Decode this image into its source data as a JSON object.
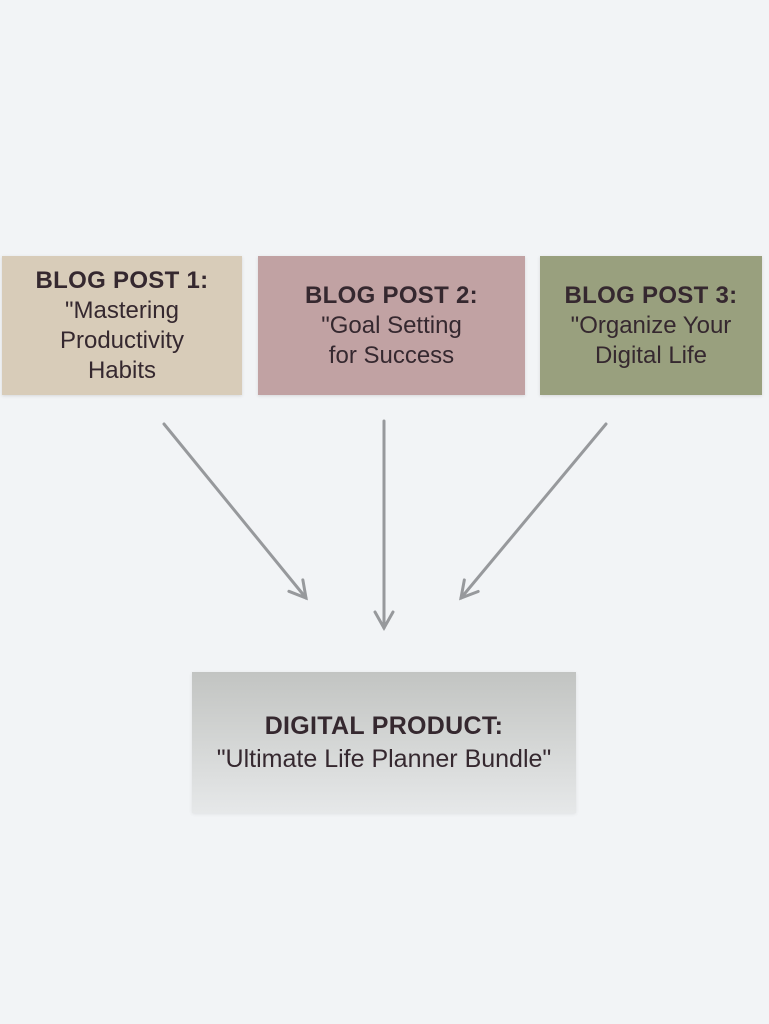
{
  "palette": {
    "background": "#f2f4f6",
    "blog_post_1_bg": "#d8ccb9",
    "blog_post_2_bg": "#c1a2a3",
    "blog_post_3_bg": "#99a07e",
    "product_bg_top": "#c2c4c2",
    "product_bg_bottom": "#e6e8e9",
    "text": "#35282f",
    "arrow": "#97999c"
  },
  "diagram": {
    "blog_posts": [
      {
        "title": "BLOG POST 1:",
        "subtitle": "\"Mastering\nProductivity\nHabits"
      },
      {
        "title": "BLOG POST 2:",
        "subtitle": "\"Goal Setting\nfor Success"
      },
      {
        "title": "BLOG POST 3:",
        "subtitle": "\"Organize Your\nDigital Life"
      }
    ],
    "product": {
      "title": "DIGITAL PRODUCT:",
      "subtitle": "\"Ultimate Life Planner Bundle\""
    }
  }
}
